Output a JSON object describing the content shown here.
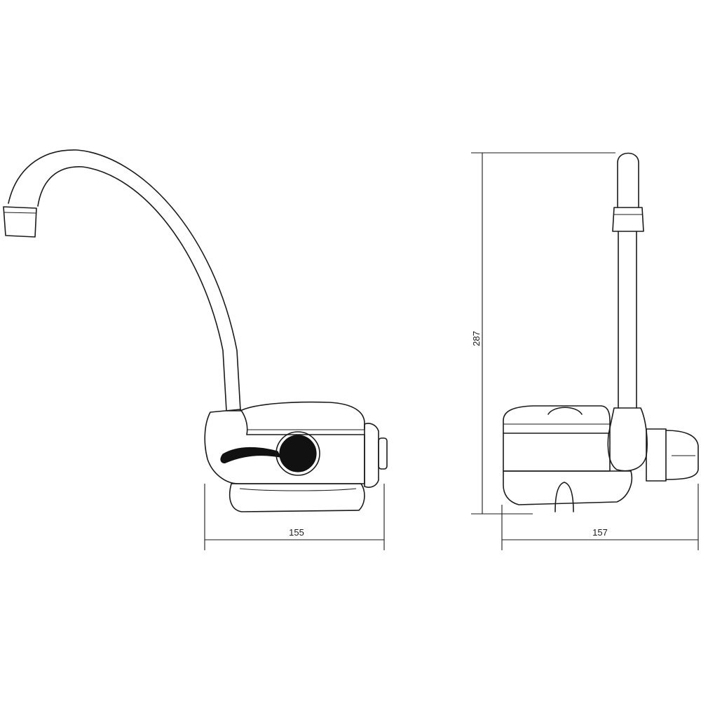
{
  "dimensions": {
    "front_width": "155",
    "side_width": "157",
    "side_height": "287"
  },
  "colors": {
    "line": "#1a1a1a",
    "fill_dark": "#111111",
    "background": "#ffffff"
  }
}
